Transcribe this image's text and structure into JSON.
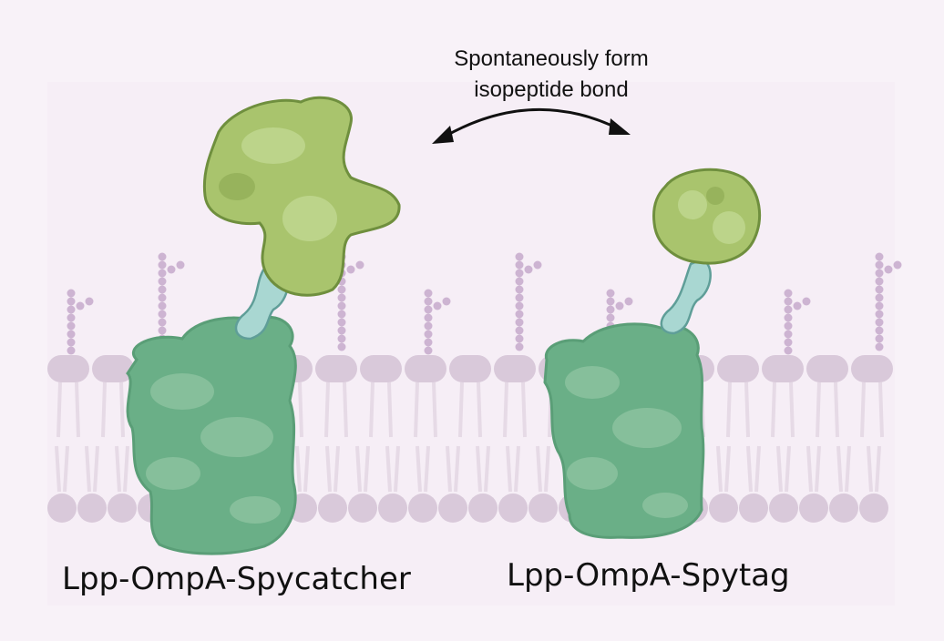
{
  "annotation": {
    "line1": "Spontaneously form",
    "line2": "isopeptide bond"
  },
  "labels": {
    "left": "Lpp-OmpA-Spycatcher",
    "right": "Lpp-OmpA-Spytag"
  },
  "colors": {
    "background": "#f8f2f8",
    "membrane": "#d9c9da",
    "glycan": "#cdb4d2",
    "ompa": "#6aaf87",
    "ompa_light": "#86bf9b",
    "linker": "#a9d7d2",
    "spy": "#a9c46d",
    "spy_outline": "#6f8f3e"
  }
}
